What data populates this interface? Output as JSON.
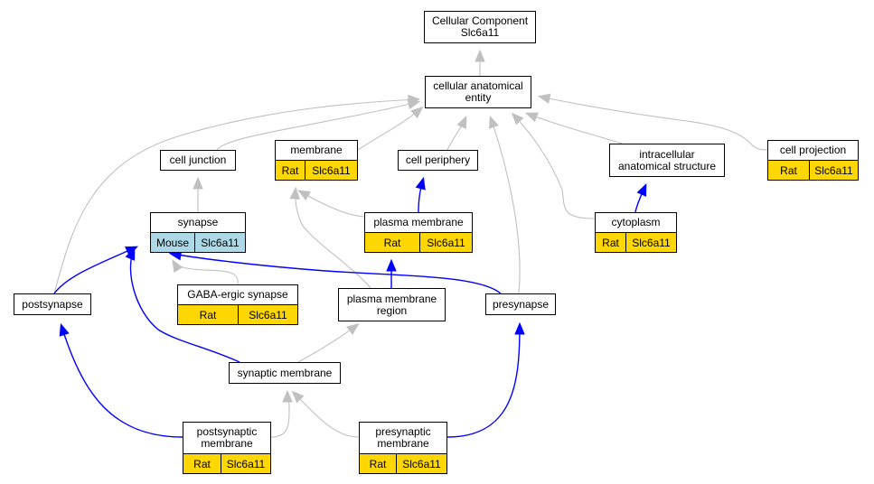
{
  "colors": {
    "annotation_rat": "#ffd700",
    "annotation_mouse": "#add8e6",
    "edge_is_a": "#c0c0c0",
    "edge_part_of": "#0000ff"
  },
  "nodes": {
    "root": {
      "label": "Cellular Component\nSlc6a11"
    },
    "cae": {
      "label": "cellular anatomical\nentity"
    },
    "cell_junction": {
      "label": "cell junction"
    },
    "membrane": {
      "label": "membrane",
      "species": "Rat",
      "gene": "Slc6a11"
    },
    "cell_periphery": {
      "label": "cell periphery"
    },
    "intracellular": {
      "label": "intracellular\nanatomical structure"
    },
    "cell_projection": {
      "label": "cell projection",
      "species": "Rat",
      "gene": "Slc6a11"
    },
    "synapse": {
      "label": "synapse",
      "species": "Mouse",
      "gene": "Slc6a11"
    },
    "plasma_membrane": {
      "label": "plasma membrane",
      "species": "Rat",
      "gene": "Slc6a11"
    },
    "cytoplasm": {
      "label": "cytoplasm",
      "species": "Rat",
      "gene": "Slc6a11"
    },
    "gaba": {
      "label": "GABA-ergic synapse",
      "species": "Rat",
      "gene": "Slc6a11"
    },
    "pm_region": {
      "label": "plasma membrane\nregion"
    },
    "presynapse": {
      "label": "presynapse"
    },
    "postsynapse": {
      "label": "postsynapse"
    },
    "syn_membrane": {
      "label": "synaptic membrane"
    },
    "postsyn_membrane": {
      "label": "postsynaptic\nmembrane",
      "species": "Rat",
      "gene": "Slc6a11"
    },
    "presyn_membrane": {
      "label": "presynaptic\nmembrane",
      "species": "Rat",
      "gene": "Slc6a11"
    }
  },
  "edges": [
    {
      "from": "cae",
      "to": "root",
      "type": "is_a"
    },
    {
      "from": "cell_junction",
      "to": "cae",
      "type": "is_a"
    },
    {
      "from": "membrane",
      "to": "cae",
      "type": "is_a"
    },
    {
      "from": "cell_periphery",
      "to": "cae",
      "type": "is_a"
    },
    {
      "from": "intracellular",
      "to": "cae",
      "type": "is_a"
    },
    {
      "from": "cell_projection",
      "to": "cae",
      "type": "is_a"
    },
    {
      "from": "postsynapse",
      "to": "cae",
      "type": "is_a"
    },
    {
      "from": "presynapse",
      "to": "cae",
      "type": "is_a"
    },
    {
      "from": "cytoplasm",
      "to": "cae",
      "type": "is_a"
    },
    {
      "from": "synapse",
      "to": "cell_junction",
      "type": "is_a"
    },
    {
      "from": "plasma_membrane",
      "to": "membrane",
      "type": "is_a"
    },
    {
      "from": "pm_region",
      "to": "membrane",
      "type": "is_a"
    },
    {
      "from": "plasma_membrane",
      "to": "cell_periphery",
      "type": "part_of"
    },
    {
      "from": "cytoplasm",
      "to": "intracellular",
      "type": "part_of"
    },
    {
      "from": "gaba",
      "to": "synapse",
      "type": "is_a"
    },
    {
      "from": "pm_region",
      "to": "plasma_membrane",
      "type": "part_of"
    },
    {
      "from": "presynapse",
      "to": "synapse",
      "type": "part_of"
    },
    {
      "from": "postsynapse",
      "to": "synapse",
      "type": "part_of"
    },
    {
      "from": "syn_membrane",
      "to": "synapse",
      "type": "part_of"
    },
    {
      "from": "syn_membrane",
      "to": "pm_region",
      "type": "is_a"
    },
    {
      "from": "postsyn_membrane",
      "to": "postsynapse",
      "type": "part_of"
    },
    {
      "from": "postsyn_membrane",
      "to": "syn_membrane",
      "type": "is_a"
    },
    {
      "from": "presyn_membrane",
      "to": "syn_membrane",
      "type": "is_a"
    },
    {
      "from": "presyn_membrane",
      "to": "presynapse",
      "type": "part_of"
    }
  ]
}
